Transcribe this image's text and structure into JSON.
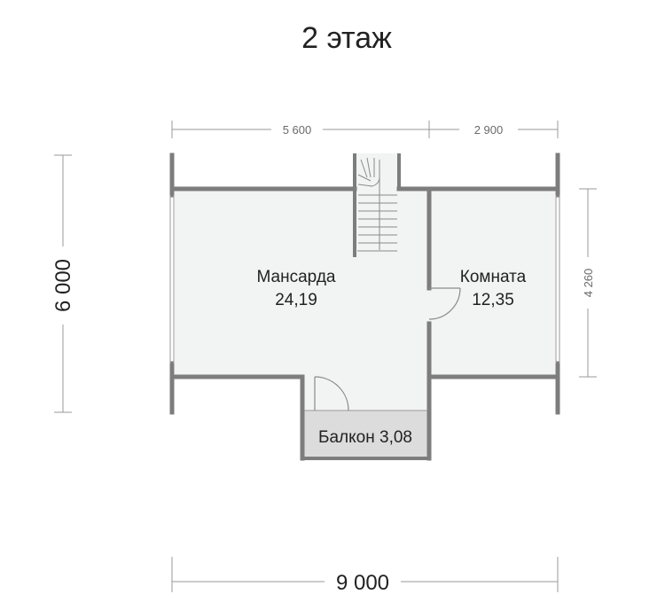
{
  "title": "2 этаж",
  "dimensions": {
    "top_left": "5 600",
    "top_right": "2 900",
    "left": "6 000",
    "right": "4 260",
    "bottom": "9 000"
  },
  "rooms": {
    "mansarda": {
      "name": "Мансарда",
      "area": "24,19"
    },
    "komnata": {
      "name": "Комната",
      "area": "12,35"
    },
    "balkon": {
      "label": "Балкон 3,08"
    }
  },
  "colors": {
    "wall": "#7d7d7d",
    "floor": "#f2f3f3",
    "balcony": "#dcdcdc",
    "dimension_line": "#9a9a9a"
  }
}
